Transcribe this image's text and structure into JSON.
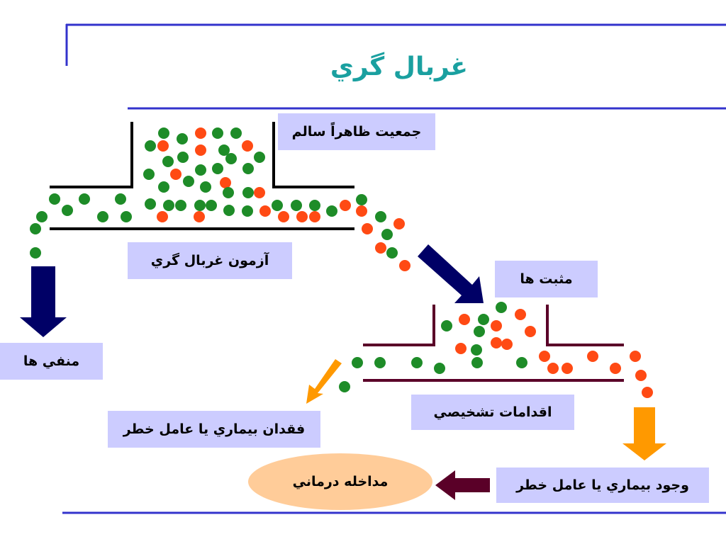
{
  "title": "غربال گري",
  "labels": {
    "population": "جمعيت ظاهراً سالم",
    "screening_test": "آزمون غربال گري",
    "positives": "مثبت ها",
    "negatives": "منفي ها",
    "diagnostic": "اقدامات تشخيصي",
    "no_disease": "فقدان بيماري يا عامل خطر",
    "has_disease": "وجود بيماري يا عامل خطر",
    "intervention": "مداخله درماني"
  },
  "colors": {
    "title": "#1aa0a0",
    "frame": "#3333cc",
    "green_dot": "#1e8c28",
    "red_dot": "#ff4a14",
    "navy_arrow": "#000066",
    "orange_arrow": "#ff9900",
    "maroon": "#5a0028",
    "label_bg": "#ccccff",
    "oval_bg": "#ffcc99"
  }
}
